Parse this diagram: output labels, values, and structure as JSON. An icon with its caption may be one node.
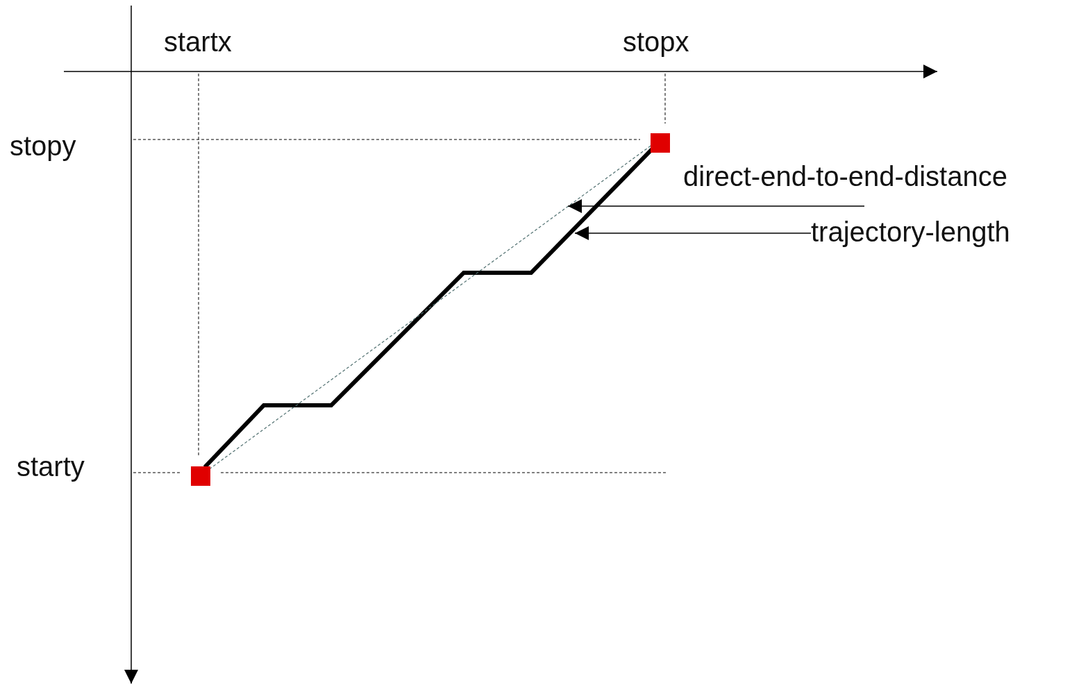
{
  "diagram": {
    "nodes": [
      {
        "text": [],
        "shape": "box"
      },
      {
        "text": [],
        "shape": "box"
      },
      {
        "text": [
          "direct-end-to-end-distance"
        ]
      },
      {
        "text": [
          "trajectory-length"
        ]
      }
    ],
    "edges": [
      {
        "from": 0,
        "to": 1,
        "arrow": "none",
        "style": "thick"
      },
      {
        "from": 0,
        "to": 1,
        "arrow": "none",
        "style": "dashed",
        "color": "#4f6f6f"
      },
      {
        "from": 2,
        "to": null,
        "arrow": "to"
      },
      {
        "from": 3,
        "to": null,
        "arrow": "to"
      }
    ],
    "labels": [
      "startx",
      "stopx",
      "stopy",
      "starty"
    ]
  }
}
